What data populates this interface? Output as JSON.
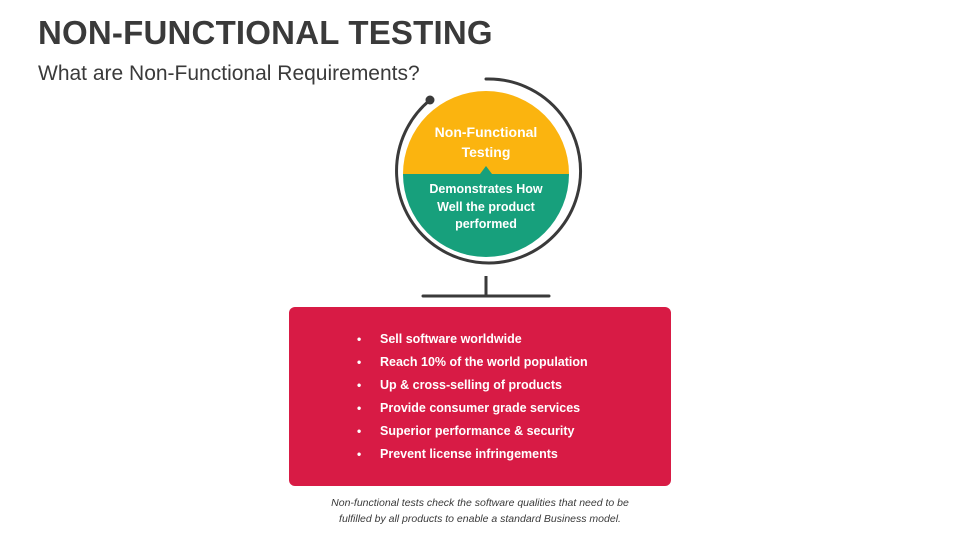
{
  "header": {
    "title": "NON-FUNCTIONAL TESTING",
    "subtitle": "What are Non-Functional Requirements?"
  },
  "globe": {
    "top_text": [
      "Non-Functional",
      "Testing"
    ],
    "bottom_text": [
      "Demonstrates How",
      "Well the product",
      "performed"
    ],
    "colors": {
      "top": "#fbb40f",
      "bottom": "#17a07c",
      "stand": "#3a3a3a"
    }
  },
  "requirements": {
    "color": "#d81b45",
    "items": [
      "Sell software worldwide",
      "Reach 10% of the world population",
      "Up & cross-selling of products",
      "Provide consumer grade services",
      "Superior performance & security",
      "Prevent license infringements"
    ]
  },
  "footnote": {
    "lines": [
      "Non-functional tests check the software qualities that need to be",
      "fulfilled by all products to enable a standard Business model."
    ]
  }
}
